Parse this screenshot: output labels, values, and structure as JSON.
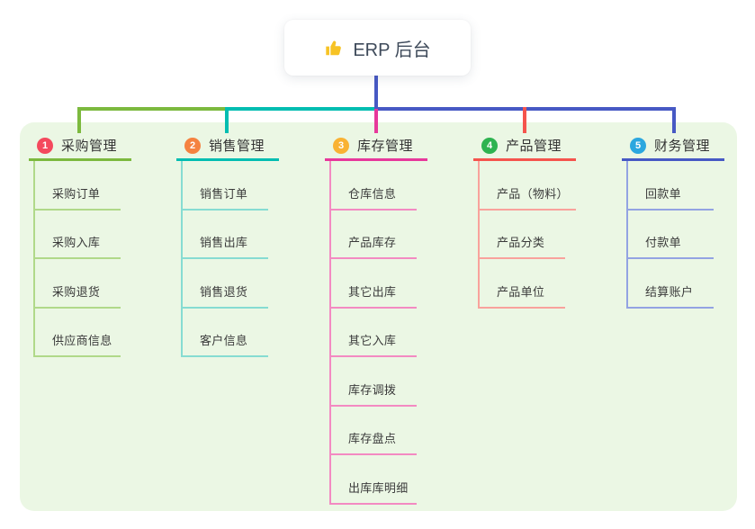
{
  "root": {
    "label": "ERP 后台",
    "icon": "thumbs-up",
    "icon_color": "#f7c325",
    "text_color": "#3e4a5a"
  },
  "panel": {
    "background": "#ebf7e4"
  },
  "connectors": {
    "root_drop_color": "#4759c4"
  },
  "branches": [
    {
      "number": "1",
      "label": "采购管理",
      "badge_color": "#f4495d",
      "line_color": "#7cb93e",
      "child_line_color": "#b0d989",
      "children": [
        "采购订单",
        "采购入库",
        "采购退货",
        "供应商信息"
      ]
    },
    {
      "number": "2",
      "label": "销售管理",
      "badge_color": "#f58240",
      "line_color": "#02bdb1",
      "child_line_color": "#86dcd2",
      "children": [
        "销售订单",
        "销售出库",
        "销售退货",
        "客户信息"
      ]
    },
    {
      "number": "3",
      "label": "库存管理",
      "badge_color": "#f9b233",
      "line_color": "#e7389b",
      "child_line_color": "#f38ac2",
      "children": [
        "仓库信息",
        "产品库存",
        "其它出库",
        "其它入库",
        "库存调拨",
        "库存盘点",
        "出库库明细"
      ]
    },
    {
      "number": "4",
      "label": "产品管理",
      "badge_color": "#2eb350",
      "line_color": "#f5544d",
      "child_line_color": "#f9a29c",
      "children": [
        "产品（物料）",
        "产品分类",
        "产品单位"
      ]
    },
    {
      "number": "5",
      "label": "财务管理",
      "badge_color": "#2ba7df",
      "line_color": "#4759c4",
      "child_line_color": "#93a3e2",
      "children": [
        "回款单",
        "付款单",
        "结算账户"
      ]
    }
  ]
}
